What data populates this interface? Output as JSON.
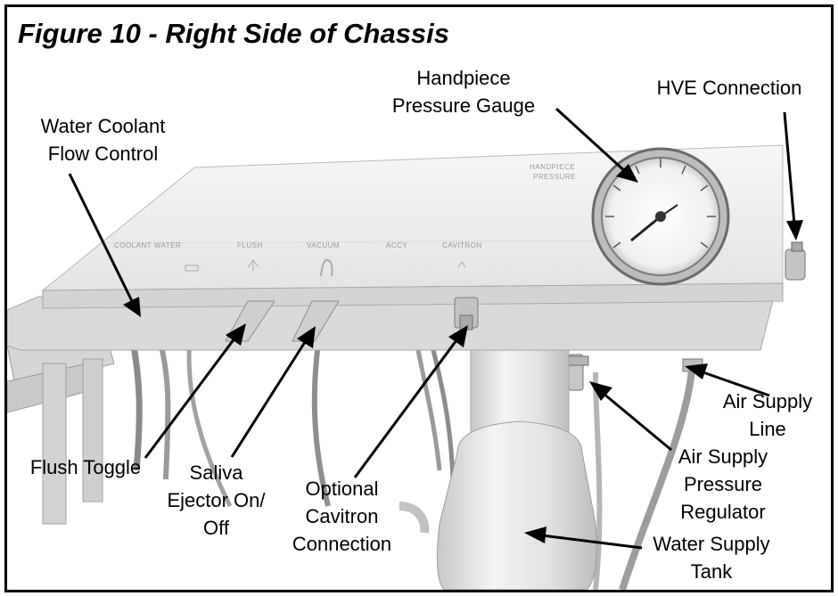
{
  "figure": {
    "title": "Figure 10 - Right Side of Chassis"
  },
  "panel": {
    "gauge_plate_line1": "HANDPIECE",
    "gauge_plate_line2": "PRESSURE",
    "labels": [
      "COOLANT WATER",
      "FLUSH",
      "VACUUM",
      "ACCY",
      "CAVITRON"
    ]
  },
  "callouts": {
    "handpiece_gauge": [
      "Handpiece",
      "Pressure Gauge"
    ],
    "hve_connection": [
      "HVE Connection"
    ],
    "water_coolant": [
      "Water Coolant",
      "Flow Control"
    ],
    "flush_toggle": [
      "Flush Toggle"
    ],
    "saliva_ejector": [
      "Saliva",
      "Ejector On/",
      "Off"
    ],
    "cavitron": [
      "Optional",
      "Cavitron",
      "Connection"
    ],
    "air_line": [
      "Air Supply",
      "Line"
    ],
    "air_regulator": [
      "Air Supply",
      "Pressure",
      "Regulator"
    ],
    "water_tank": [
      "Water Supply",
      "Tank"
    ]
  },
  "colors": {
    "frame": "#000000",
    "arrow": "#000000",
    "panel_top": "#f2f2f2",
    "panel_face": "#dcdcdc",
    "background": "#ffffff"
  }
}
